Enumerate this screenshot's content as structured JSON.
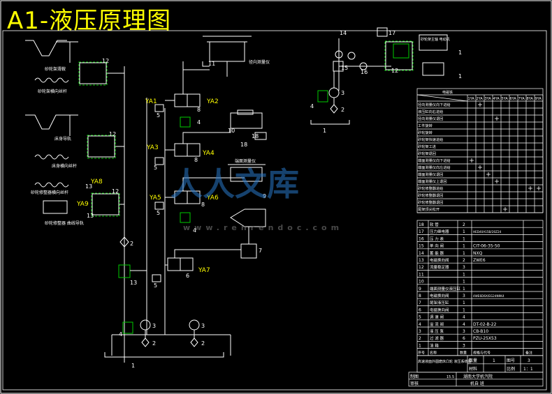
{
  "title": "A1-液压原理图",
  "watermark": {
    "cn": "人人文库",
    "url": "www.renrendoc.com"
  },
  "colors": {
    "line": "#ffffff",
    "green": "#00cc00",
    "yellow": "#ffff00",
    "watermark": "#2878c8"
  },
  "left_labels": {
    "grinder_feed_nut": "砂轮架滑鞍",
    "grinder_feed_screw": "砂轮架横向丝杆",
    "bed_guide": "床身导轨",
    "bed_feed_screw": "床身横向丝杆",
    "dresser_feed_screw": "砂轮修整器横向丝杆",
    "dresser_guide": "砂轮修整器 曲线导轨",
    "center_gauge": "径向测量仪",
    "axial_gauge": "端面测量仪",
    "right_box": "砂轮架主轴 电动机"
  },
  "valve_labels": [
    "YA1",
    "YA2",
    "YA3",
    "YA4",
    "YA5",
    "YA6",
    "YA7",
    "YA8",
    "YA9"
  ],
  "numbers": [
    "1",
    "2",
    "3",
    "4",
    "5",
    "6",
    "7",
    "8",
    "9",
    "10",
    "11",
    "12",
    "13",
    "14",
    "15",
    "16",
    "17",
    "18"
  ],
  "action_table": {
    "header_label": "电磁铁",
    "columns": [
      "1YA",
      "2YA",
      "3YA",
      "4YA",
      "5YA",
      "6YA",
      "7YA",
      "8YA",
      "9YA"
    ],
    "rows": [
      "径向测量仪向下进给",
      "液压缸向右进给",
      "径向测量仪退回",
      "工件旋转",
      "砂轮旋转",
      "砂轮架快速进给",
      "砂轮架工进",
      "砂轮架退回",
      "端面测量仪向下进给",
      "端面测量仪向左进给",
      "端面测量仪退回",
      "端面测量仪上退回",
      "砂轮修整器进给",
      "砂轮修整器退回",
      "砂轮修整器退回",
      "尾架顶尖松开"
    ],
    "marks": [
      [
        1
      ],
      [],
      [
        3
      ],
      [],
      [],
      [],
      [],
      [],
      [
        0
      ],
      [
        1
      ],
      [
        2
      ],
      [
        3
      ],
      [
        7,
        8
      ],
      [],
      [],
      [
        4
      ]
    ]
  },
  "bom": {
    "rows": [
      {
        "no": "18",
        "name": "软 管",
        "qty": "2",
        "code": ""
      },
      {
        "no": "17",
        "name": "压力继电器",
        "qty": "1",
        "code": "HED40A15B/20Z24"
      },
      {
        "no": "16",
        "name": "压 力 表",
        "qty": "1",
        "code": ""
      },
      {
        "no": "15",
        "name": "单 向 阀",
        "qty": "1",
        "code": "CIT-06-35-50"
      },
      {
        "no": "14",
        "name": "蓄 能 器",
        "qty": "1",
        "code": "NXQ"
      },
      {
        "no": "13",
        "name": "电磁换向阀",
        "qty": "2",
        "code": "ZWE6"
      },
      {
        "no": "12",
        "name": "流量稳定器",
        "qty": "3",
        "code": ""
      },
      {
        "no": "11",
        "name": "",
        "qty": "1",
        "code": ""
      },
      {
        "no": "10",
        "name": "",
        "qty": "1",
        "code": ""
      },
      {
        "no": "9",
        "name": "端面测量仪液压缸",
        "qty": "1",
        "code": ""
      },
      {
        "no": "8",
        "name": "电磁换向阀",
        "qty": "3",
        "code": "4WE6D6X/EG24N9K4"
      },
      {
        "no": "7",
        "name": "尾架液压缸",
        "qty": "1",
        "code": ""
      },
      {
        "no": "6",
        "name": "电磁换向阀",
        "qty": "1",
        "code": ""
      },
      {
        "no": "5",
        "name": "调 速 阀",
        "qty": "4",
        "code": ""
      },
      {
        "no": "4",
        "name": "溢 流 阀",
        "qty": "4",
        "code": "DT-02-B-22"
      },
      {
        "no": "3",
        "name": "液 压 泵",
        "qty": "3",
        "code": "CB-B10"
      },
      {
        "no": "2",
        "name": "过 滤 器",
        "qty": "6",
        "code": "PZU-25X53"
      },
      {
        "no": "1",
        "name": "油 箱",
        "qty": "3",
        "code": ""
      }
    ],
    "header": {
      "no": "序号",
      "name": "名称",
      "qty": "数量",
      "code": "规格与代号",
      "note": "备注"
    },
    "footer_line1": "高速液面外圆磨床凸轮 液压系统图",
    "qty_label": "数量",
    "qty_val": "1",
    "fig_label": "图号",
    "fig_val": "3",
    "material_label": "材料",
    "ratio_label": "比例",
    "ratio_val": "1：1",
    "drawn_label": "制图",
    "check_label": "审核",
    "date_val": "15.5",
    "school": "湖南大学机汽院",
    "class": "机自 班"
  }
}
